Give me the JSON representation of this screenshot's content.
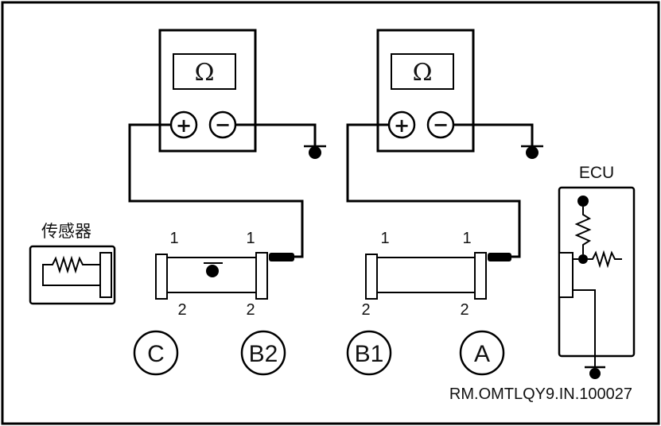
{
  "meters": [
    {
      "symbol": "Ω",
      "plus": "+",
      "minus": "−"
    },
    {
      "symbol": "Ω",
      "plus": "+",
      "minus": "−"
    }
  ],
  "sensor_label": "传感器",
  "ecu_label": "ECU",
  "connector_c": {
    "circle": "C"
  },
  "connector_b2": {
    "circle": "B2"
  },
  "connector_b1": {
    "circle": "B1"
  },
  "connector_a": {
    "circle": "A"
  },
  "pins": {
    "c_top": "1",
    "c_bottom": "2",
    "b2_top": "1",
    "b2_bottom": "2",
    "b1_top": "1",
    "b1_bottom": "2",
    "a_top": "1",
    "a_bottom": "2"
  },
  "reference_code": "RM.OMTLQY9.IN.100027"
}
